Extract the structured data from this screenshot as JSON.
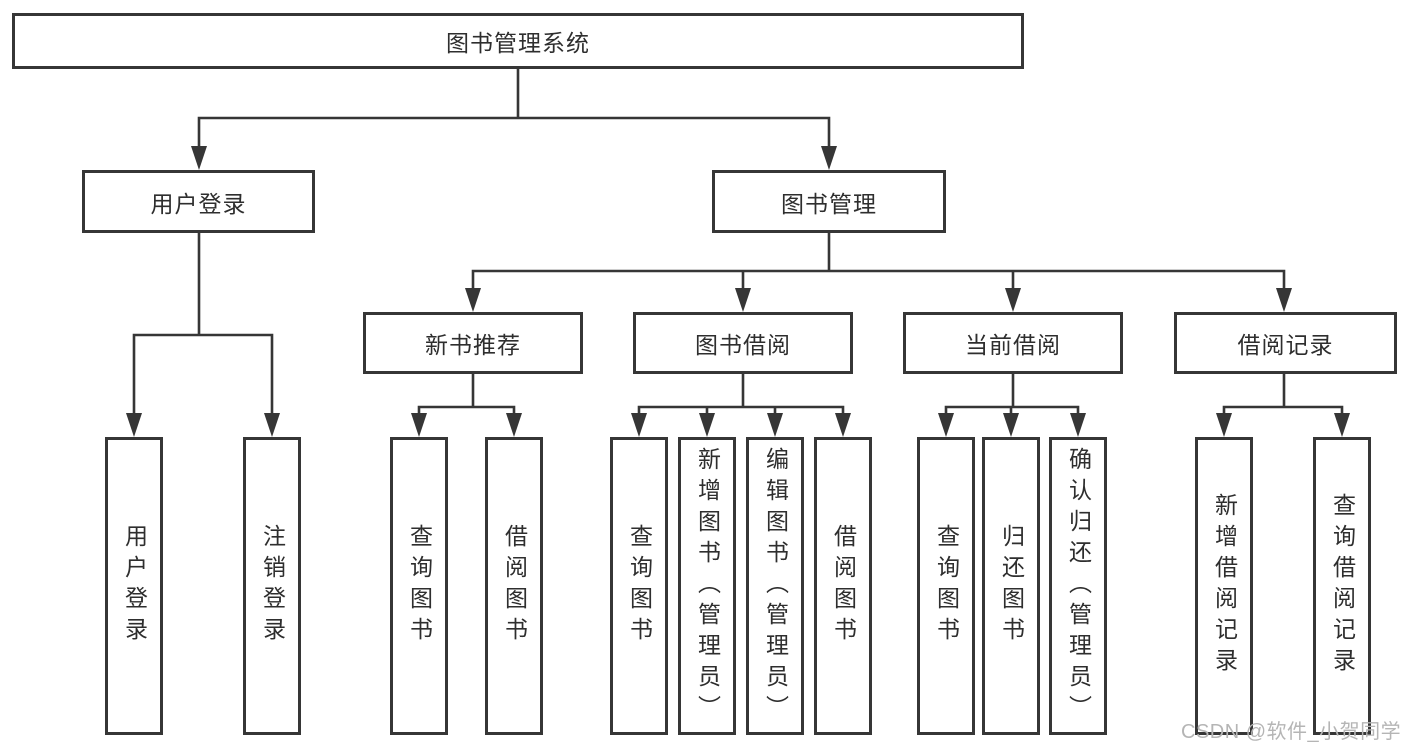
{
  "diagram": {
    "type": "hierarchy-tree",
    "watermark": "CSDN @软件_小贺同学",
    "colors": {
      "line": "#363636",
      "box_border": "#363636",
      "box_fill": "#ffffff",
      "text": "#2e2e2e",
      "watermark": "#b5b5b5",
      "background": "#ffffff"
    },
    "tree": {
      "label": "图书管理系统",
      "children": [
        {
          "label": "用户登录",
          "children": [
            {
              "label": "用户登录"
            },
            {
              "label": "注销登录"
            }
          ]
        },
        {
          "label": "图书管理",
          "children": [
            {
              "label": "新书推荐",
              "children": [
                {
                  "label": "查询图书"
                },
                {
                  "label": "借阅图书"
                }
              ]
            },
            {
              "label": "图书借阅",
              "children": [
                {
                  "label": "查询图书"
                },
                {
                  "label": "新增图书（管理员）"
                },
                {
                  "label": "编辑图书（管理员）"
                },
                {
                  "label": "借阅图书"
                }
              ]
            },
            {
              "label": "当前借阅",
              "children": [
                {
                  "label": "查询图书"
                },
                {
                  "label": "归还图书"
                },
                {
                  "label": "确认归还（管理员）"
                }
              ]
            },
            {
              "label": "借阅记录",
              "children": [
                {
                  "label": "新增借阅记录"
                },
                {
                  "label": "查询借阅记录"
                }
              ]
            }
          ]
        }
      ]
    }
  }
}
